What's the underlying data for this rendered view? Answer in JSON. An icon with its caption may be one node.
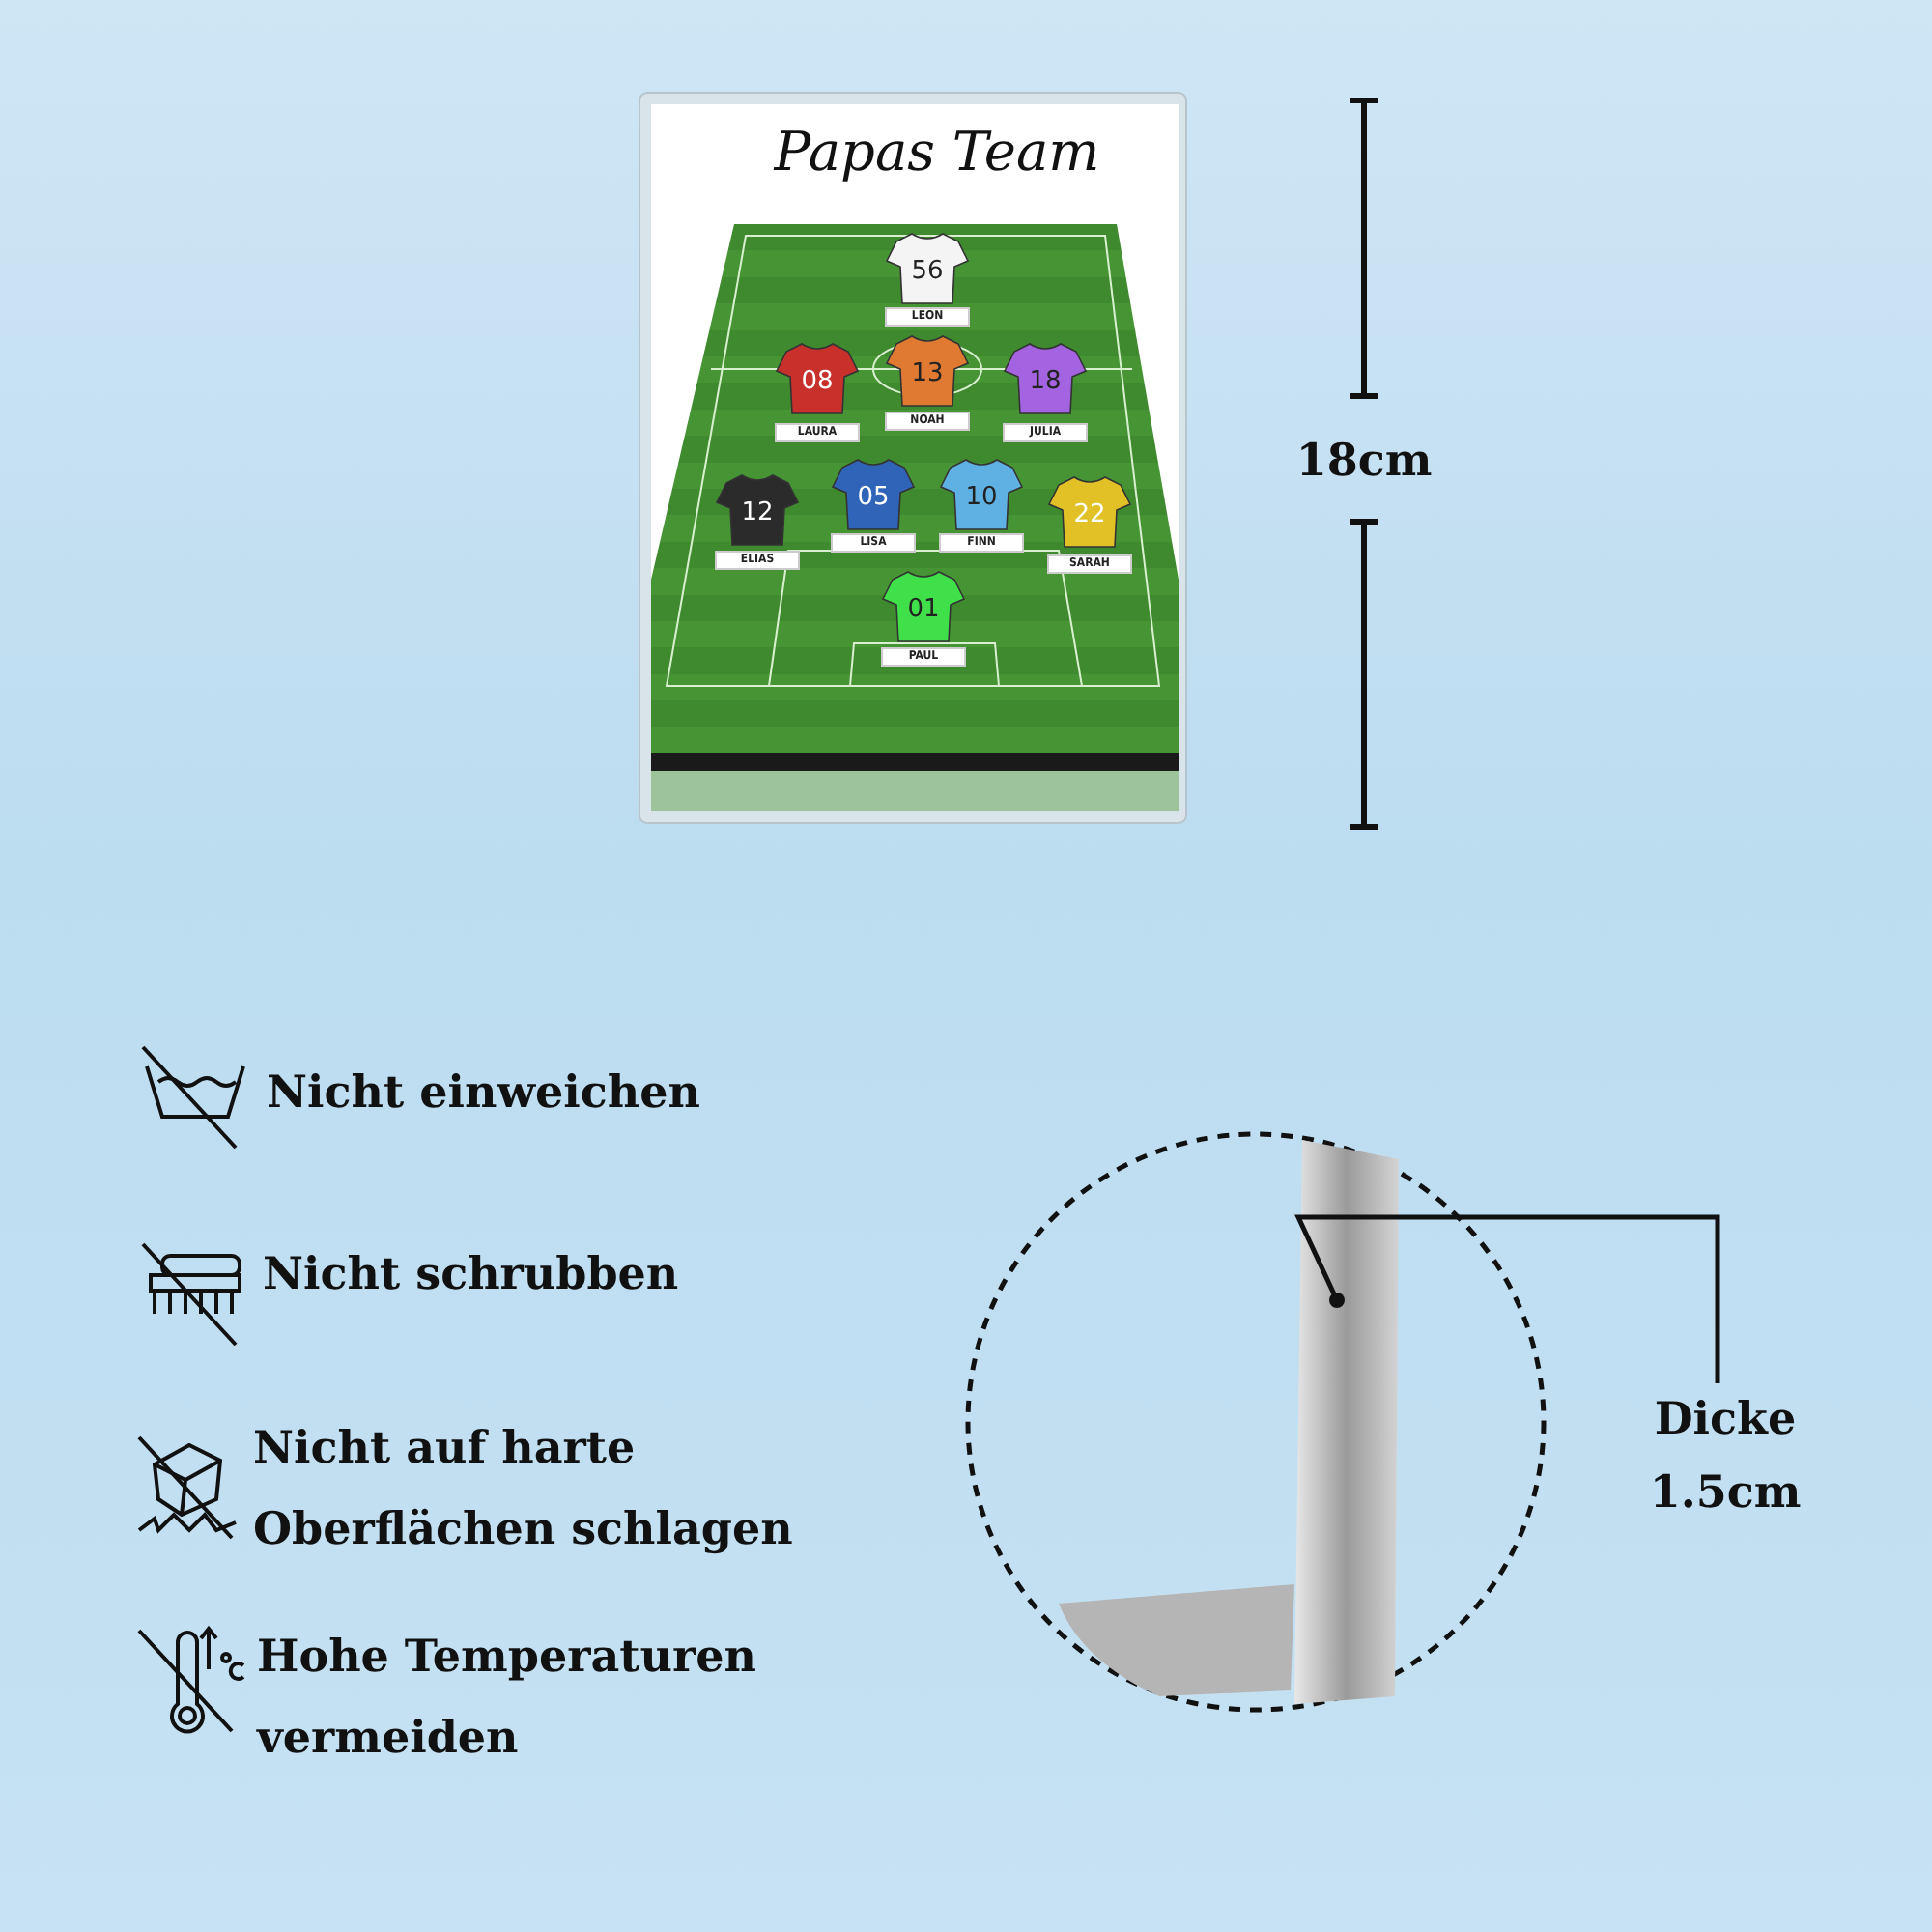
{
  "diagram": {
    "nodes": [
      {
        "text": [
          "Dicke 1.5cm"
        ]
      },
      {
        "text": [],
        "shape": "picture"
      }
    ],
    "edges": [
      {
        "from": 0,
        "to": 1,
        "arrow": "other"
      }
    ],
    "labels": [
      "Papas Team",
      "56",
      "LEON",
      "08",
      "13",
      "18",
      "LAURA",
      "NOAH",
      "JULIA",
      "12",
      "05",
      "10",
      "22",
      "ELIAS",
      "LISA",
      "FINN",
      "SARAH",
      "01",
      "PAUL",
      "18cm",
      "Nicht einweichen",
      "Nicht schrubben",
      "Nicht auf harte Oberflächen schlagen",
      "Hohe Temperaturen vermeiden"
    ]
  }
}
